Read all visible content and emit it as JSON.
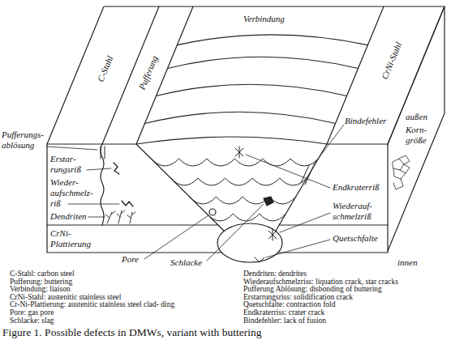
{
  "diagram": {
    "caption": "Figure 1. Possible defects in DMWs, variant with buttering",
    "labels": [
      "C-Stahl",
      "Pufferung",
      "Verbindung",
      "CrNi-Stahl",
      "außen",
      "Korn- größe",
      "Bindefehler",
      "Pufferungs- ablösung",
      "Erstar- rungsriß",
      "Wieder- aufschmelz- riß",
      "Endkraterriß",
      "Dendriten",
      "Wiederauf- schmelzriß",
      "CrNi- Plattierung",
      "Quetschfalte",
      "Pore",
      "Schlacke",
      "innen",
      "C-Stahl: carbon steel",
      "Pufferung: buttering",
      "Verbindung: liaison",
      "CrNi-Stahl: austenitic stainless steel",
      "Cr-Ni-Plattierung: austenitic stainless steel clad- ding",
      "Pore: gas pore",
      "Schlacke: slag",
      "Dendriten: dendrites",
      "Wiederaufschmelzriss: liquation crack, star cracks",
      "Pufferung Ablösung: disbonding of buttering",
      "Erstarrungsriss: solidification crack",
      "Quetschfalte: contraction fold",
      "Endkraterriss: crater crack",
      "Bindefehler: lack of fusion"
    ]
  }
}
